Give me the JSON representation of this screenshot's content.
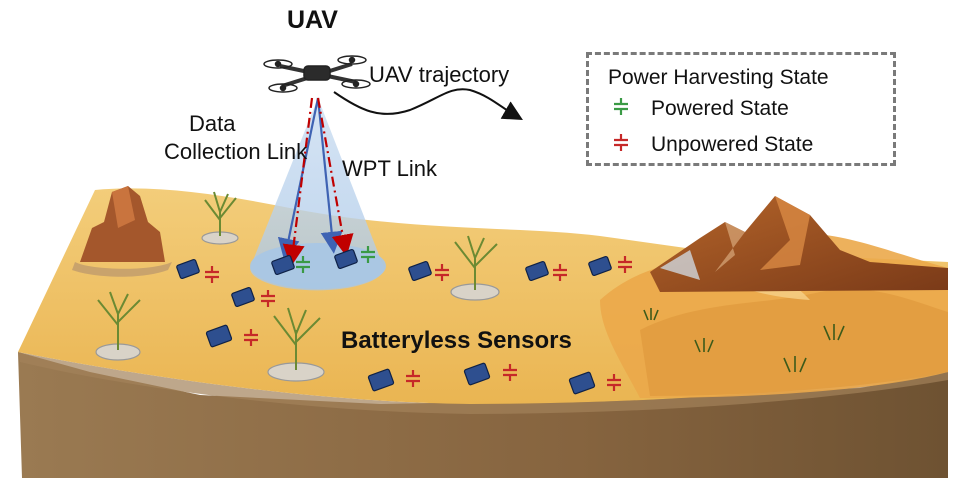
{
  "labels": {
    "uav": "UAV",
    "trajectory": "UAV trajectory",
    "data_link_line1": "Data",
    "data_link_line2": "Collection Link",
    "wpt_link": "WPT Link",
    "sensors": "Batteryless Sensors"
  },
  "legend": {
    "title": "Power Harvesting State",
    "items": [
      {
        "label": "Powered State",
        "icon": "capacitor-icon",
        "color": "#3a9a45"
      },
      {
        "label": "Unpowered State",
        "icon": "capacitor-icon",
        "color": "#c62828"
      }
    ]
  },
  "colors": {
    "powered": "#3a9a45",
    "unpowered": "#c62828",
    "data_link": "#3f63b3",
    "wpt_link": "#c00000",
    "sand": "#f1c262",
    "soil": "#8a6a45",
    "sensor": "#2e4f8f"
  }
}
